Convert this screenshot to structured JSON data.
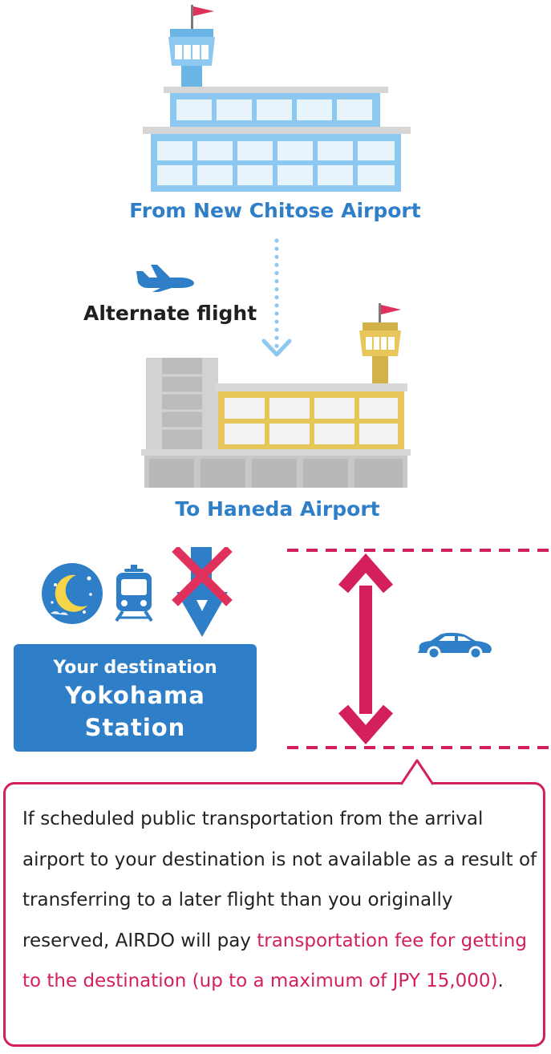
{
  "labels": {
    "from_airport": "From New Chitose Airport",
    "alternate_flight": "Alternate flight",
    "to_airport": "To Haneda Airport"
  },
  "destination": {
    "caption": "Your destination",
    "name_line1": "Yokohama",
    "name_line2": "Station"
  },
  "note": {
    "text_before": "If scheduled public transportation from the arrival airport to your destination is not available as a result of transferring to a later flight than you originally reserved, AIRDO will pay ",
    "text_highlight": "transportation fee for getting to the destination (up to a maximum of JPY 15,000)",
    "text_after": "."
  },
  "colors": {
    "blue": "#2f7fc8",
    "light_blue": "#8cc8f0",
    "magenta": "#d31f5c",
    "yellow": "#e8c75a",
    "gray": "#c8c8c8"
  },
  "icons": [
    "flag-icon",
    "plane-icon",
    "moon-stars-icon",
    "train-icon",
    "cross-icon",
    "car-icon",
    "double-arrow-icon"
  ]
}
